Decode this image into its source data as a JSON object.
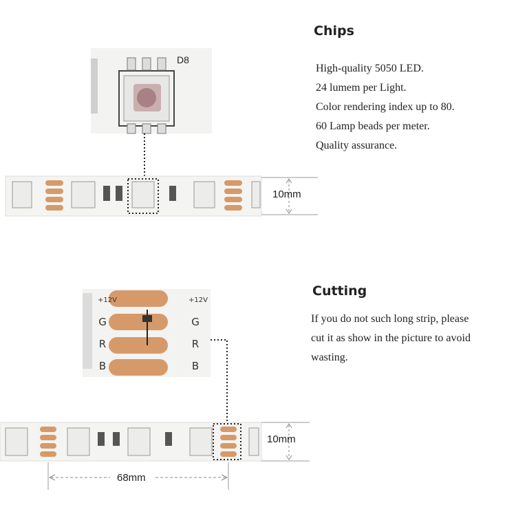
{
  "chips": {
    "heading": "Chips",
    "lines": [
      "High-quality 5050 LED.",
      "24 lumem per Light.",
      "Color rendering index up to 80.",
      "60 Lamp beads per meter.",
      "Quality assurance."
    ],
    "zoom_label": "D8",
    "strip_width_label": "10mm"
  },
  "cutting": {
    "heading": "Cutting",
    "lines": [
      "If you do not such long strip, please",
      "cut it as show in the picture to avoid",
      "wasting."
    ],
    "pad_labels_left": [
      "+12V",
      "G",
      "R",
      "B"
    ],
    "pad_labels_right": [
      "+12V",
      "G",
      "R",
      "B"
    ],
    "strip_width_label": "10mm",
    "cut_length_label": "68mm"
  },
  "colors": {
    "copper": "#d69a6a",
    "strip_bg": "#f4f4f2",
    "dotted": "#222222"
  }
}
